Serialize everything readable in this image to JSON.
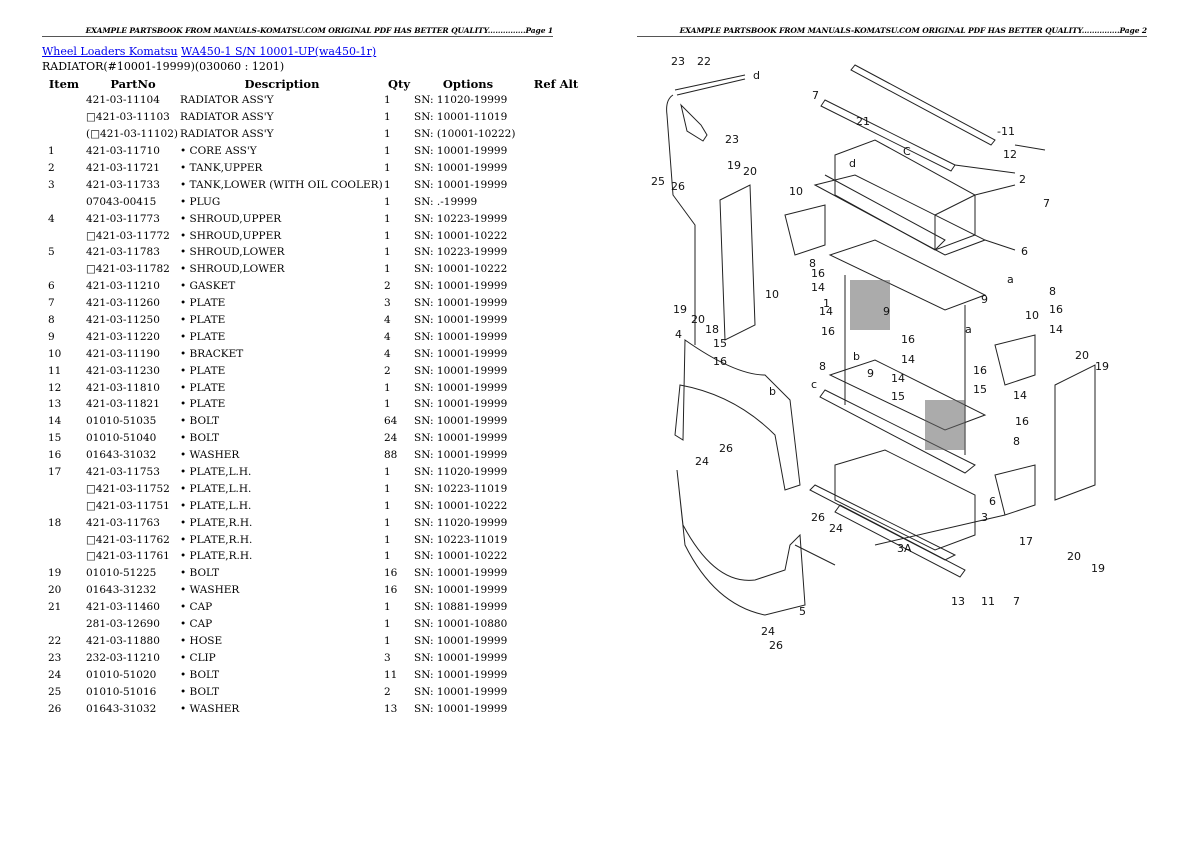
{
  "pages": [
    {
      "header": "EXAMPLE PARTSBOOK FROM MANUALS-KOMATSU.COM ORIGINAL PDF HAS BETTER QUALITY...............Page 1"
    },
    {
      "header": "EXAMPLE PARTSBOOK FROM MANUALS-KOMATSU.COM ORIGINAL PDF HAS BETTER QUALITY...............Page 2"
    }
  ],
  "breadcrumb": {
    "link1": "Wheel Loaders Komatsu",
    "link2": "WA450-1 S/N 10001-UP(wa450-1r)"
  },
  "subtitle": "RADIATOR(#10001-19999)(030060 : 1201)",
  "table": {
    "headers": {
      "item": "Item",
      "partno": "PartNo",
      "description": "Description",
      "qty": "Qty",
      "options": "Options",
      "refalt": "Ref Alt"
    },
    "rows": [
      {
        "item": "",
        "partno": "421-03-11104",
        "desc": "RADIATOR ASS'Y",
        "qty": "1",
        "opt": "SN: 11020-19999"
      },
      {
        "item": "",
        "partno": "□421-03-11103",
        "desc": "RADIATOR ASS'Y",
        "qty": "1",
        "opt": "SN: 10001-11019"
      },
      {
        "item": "",
        "partno": "(□421-03-11102)",
        "desc": "RADIATOR ASS'Y",
        "qty": "1",
        "opt": "SN: (10001-10222)"
      },
      {
        "item": "1",
        "partno": "421-03-11710",
        "desc": "• CORE ASS'Y",
        "qty": "1",
        "opt": "SN: 10001-19999"
      },
      {
        "item": "2",
        "partno": "421-03-11721",
        "desc": "• TANK,UPPER",
        "qty": "1",
        "opt": "SN: 10001-19999"
      },
      {
        "item": "3",
        "partno": "421-03-11733",
        "desc": "• TANK,LOWER (WITH OIL COOLER)",
        "qty": "1",
        "opt": "SN: 10001-19999"
      },
      {
        "item": "",
        "partno": "07043-00415",
        "desc": "• PLUG",
        "qty": "1",
        "opt": "SN: .-19999"
      },
      {
        "item": "4",
        "partno": "421-03-11773",
        "desc": "• SHROUD,UPPER",
        "qty": "1",
        "opt": "SN: 10223-19999"
      },
      {
        "item": "",
        "partno": "□421-03-11772",
        "desc": "• SHROUD,UPPER",
        "qty": "1",
        "opt": "SN: 10001-10222"
      },
      {
        "item": "5",
        "partno": "421-03-11783",
        "desc": "• SHROUD,LOWER",
        "qty": "1",
        "opt": "SN: 10223-19999"
      },
      {
        "item": "",
        "partno": "□421-03-11782",
        "desc": "• SHROUD,LOWER",
        "qty": "1",
        "opt": "SN: 10001-10222"
      },
      {
        "item": "6",
        "partno": "421-03-11210",
        "desc": "• GASKET",
        "qty": "2",
        "opt": "SN: 10001-19999"
      },
      {
        "item": "7",
        "partno": "421-03-11260",
        "desc": "• PLATE",
        "qty": "3",
        "opt": "SN: 10001-19999"
      },
      {
        "item": "8",
        "partno": "421-03-11250",
        "desc": "• PLATE",
        "qty": "4",
        "opt": "SN: 10001-19999"
      },
      {
        "item": "9",
        "partno": "421-03-11220",
        "desc": "• PLATE",
        "qty": "4",
        "opt": "SN: 10001-19999"
      },
      {
        "item": "10",
        "partno": "421-03-11190",
        "desc": "• BRACKET",
        "qty": "4",
        "opt": "SN: 10001-19999"
      },
      {
        "item": "11",
        "partno": "421-03-11230",
        "desc": "• PLATE",
        "qty": "2",
        "opt": "SN: 10001-19999"
      },
      {
        "item": "12",
        "partno": "421-03-11810",
        "desc": "• PLATE",
        "qty": "1",
        "opt": "SN: 10001-19999"
      },
      {
        "item": "13",
        "partno": "421-03-11821",
        "desc": "• PLATE",
        "qty": "1",
        "opt": "SN: 10001-19999"
      },
      {
        "item": "14",
        "partno": "01010-51035",
        "desc": "• BOLT",
        "qty": "64",
        "opt": "SN: 10001-19999"
      },
      {
        "item": "15",
        "partno": "01010-51040",
        "desc": "• BOLT",
        "qty": "24",
        "opt": "SN: 10001-19999"
      },
      {
        "item": "16",
        "partno": "01643-31032",
        "desc": "• WASHER",
        "qty": "88",
        "opt": "SN: 10001-19999"
      },
      {
        "item": "17",
        "partno": "421-03-11753",
        "desc": "• PLATE,L.H.",
        "qty": "1",
        "opt": "SN: 11020-19999"
      },
      {
        "item": "",
        "partno": "□421-03-11752",
        "desc": "• PLATE,L.H.",
        "qty": "1",
        "opt": "SN: 10223-11019"
      },
      {
        "item": "",
        "partno": "□421-03-11751",
        "desc": "• PLATE,L.H.",
        "qty": "1",
        "opt": "SN: 10001-10222"
      },
      {
        "item": "18",
        "partno": "421-03-11763",
        "desc": "• PLATE,R.H.",
        "qty": "1",
        "opt": "SN: 11020-19999"
      },
      {
        "item": "",
        "partno": "□421-03-11762",
        "desc": "• PLATE,R.H.",
        "qty": "1",
        "opt": "SN: 10223-11019"
      },
      {
        "item": "",
        "partno": "□421-03-11761",
        "desc": "• PLATE,R.H.",
        "qty": "1",
        "opt": "SN: 10001-10222"
      },
      {
        "item": "19",
        "partno": "01010-51225",
        "desc": "• BOLT",
        "qty": "16",
        "opt": "SN: 10001-19999"
      },
      {
        "item": "20",
        "partno": "01643-31232",
        "desc": "• WASHER",
        "qty": "16",
        "opt": "SN: 10001-19999"
      },
      {
        "item": "21",
        "partno": "421-03-11460",
        "desc": "• CAP",
        "qty": "1",
        "opt": "SN: 10881-19999"
      },
      {
        "item": "",
        "partno": "281-03-12690",
        "desc": "• CAP",
        "qty": "1",
        "opt": "SN: 10001-10880"
      },
      {
        "item": "22",
        "partno": "421-03-11880",
        "desc": "• HOSE",
        "qty": "1",
        "opt": "SN: 10001-19999"
      },
      {
        "item": "23",
        "partno": "232-03-11210",
        "desc": "• CLIP",
        "qty": "3",
        "opt": "SN: 10001-19999"
      },
      {
        "item": "24",
        "partno": "01010-51020",
        "desc": "• BOLT",
        "qty": "11",
        "opt": "SN: 10001-19999"
      },
      {
        "item": "25",
        "partno": "01010-51016",
        "desc": "• BOLT",
        "qty": "2",
        "opt": "SN: 10001-19999"
      },
      {
        "item": "26",
        "partno": "01643-31032",
        "desc": "• WASHER",
        "qty": "13",
        "opt": "SN: 10001-19999"
      }
    ]
  },
  "diagram": {
    "labels": [
      "23",
      "22",
      "d",
      "23",
      "25",
      "26",
      "19",
      "20",
      "10",
      "7",
      "21",
      "C",
      "d",
      "11",
      "12",
      "2",
      "7",
      "6",
      "8",
      "16",
      "14",
      "1",
      "9",
      "19",
      "20",
      "18",
      "10",
      "14",
      "15",
      "16",
      "8",
      "b",
      "c",
      "4",
      "9",
      "b",
      "16",
      "14",
      "14",
      "15",
      "a",
      "16",
      "15",
      "14",
      "16",
      "8",
      "9",
      "10",
      "a",
      "8",
      "16",
      "14",
      "20",
      "19",
      "24",
      "26",
      "6",
      "3",
      "13",
      "11",
      "7",
      "17",
      "20",
      "19",
      "3A",
      "26",
      "24",
      "5",
      "24",
      "26"
    ]
  }
}
